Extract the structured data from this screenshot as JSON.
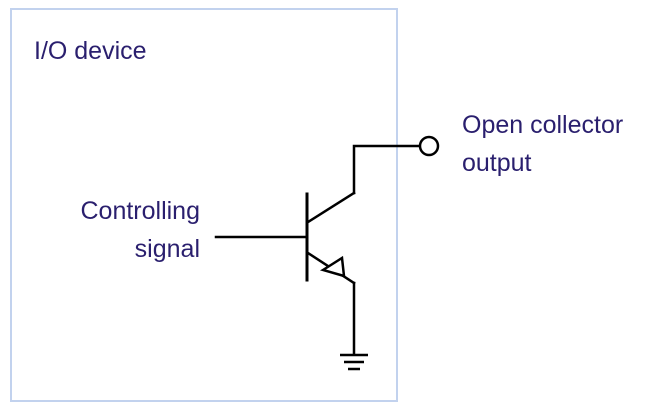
{
  "diagram": {
    "device_label": "I/O device",
    "input_label": {
      "line1": "Controlling",
      "line2": "signal"
    },
    "output_label": {
      "line1": "Open collector",
      "line2": "output"
    },
    "colors": {
      "box_border": "#c2d2ee",
      "text": "#2a1f6e",
      "wire": "#000000"
    },
    "components": [
      "npn-transistor",
      "output-terminal",
      "ground-symbol"
    ]
  }
}
